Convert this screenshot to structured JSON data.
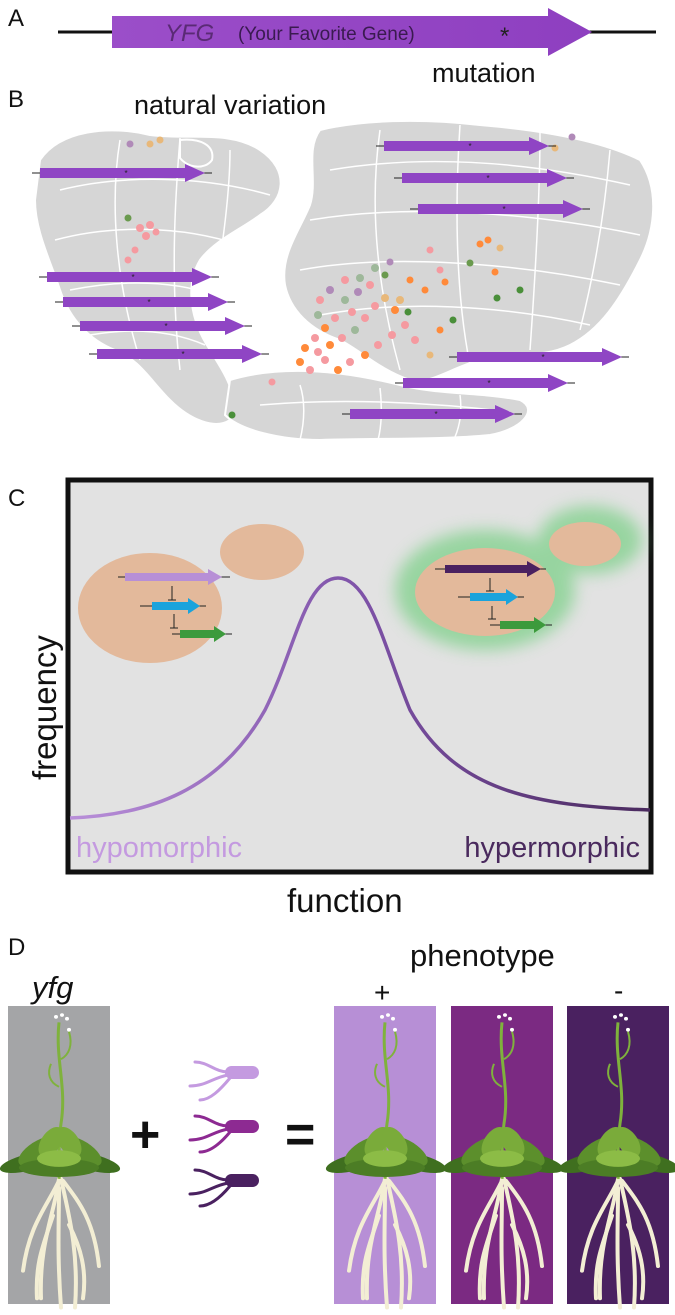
{
  "panel_a": {
    "label": "A",
    "gene_symbol": "YFG",
    "gene_fullname": "(Your Favorite Gene)",
    "mutation_marker": "*",
    "mutation_label": "mutation"
  },
  "panel_b": {
    "label": "B",
    "title": "natural variation"
  },
  "panel_c": {
    "label": "C",
    "ylabel": "frequency",
    "xlabel": "function",
    "left_label": "hypomorphic",
    "right_label": "hypermorphic"
  },
  "panel_d": {
    "label": "D",
    "genotype": "yfg",
    "plus_sign": "+",
    "equals_sign": "=",
    "phenotype_label": "phenotype",
    "positive_sign": "+",
    "negative_sign": "-"
  },
  "colors": {
    "gene_purple": "#9b4ec9",
    "light_purple": "#b78fd6",
    "mid_purple": "#7a2a82",
    "dark_purple": "#4a2160",
    "blue": "#1aa3dc",
    "green": "#3c9a3c",
    "yeast": "#e3b99b",
    "panel_gray": "#e3e3e3",
    "map_gray": "#d4d4d4"
  }
}
